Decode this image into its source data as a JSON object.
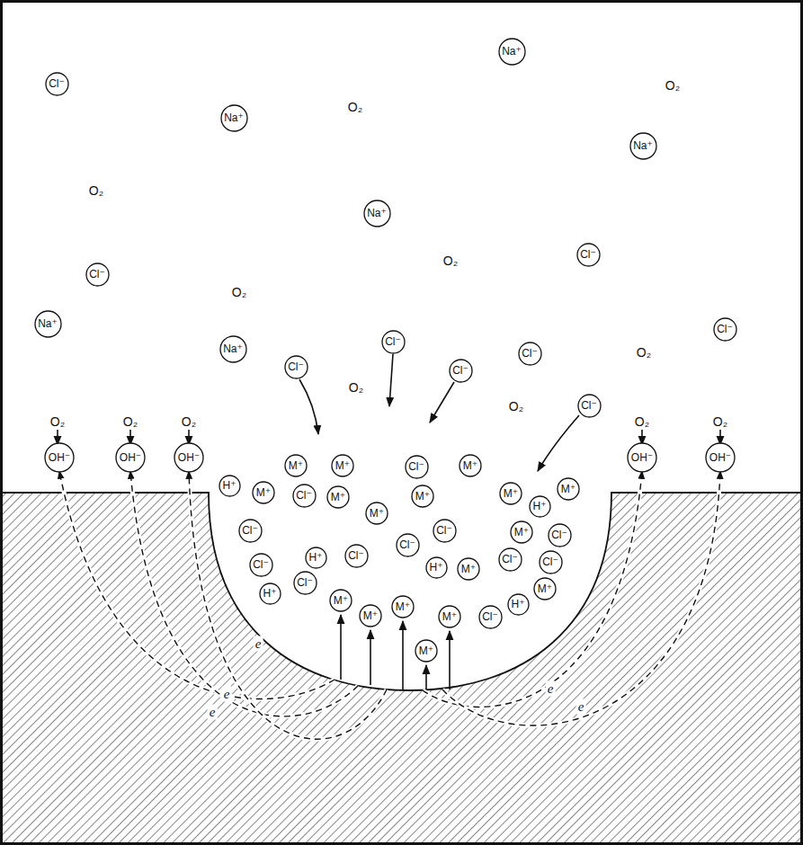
{
  "diagram": {
    "nodes": [
      {
        "text": [
          "Na⁺"
        ]
      },
      {
        "text": [
          "Cl⁻"
        ]
      },
      {
        "text": [
          "Na⁺"
        ]
      },
      {
        "text": [
          "Na⁺"
        ]
      },
      {
        "text": [
          "Na⁺"
        ]
      },
      {
        "text": [
          "Cl⁻"
        ]
      },
      {
        "text": [
          "Cl⁻"
        ]
      },
      {
        "text": [
          "Na⁺"
        ]
      },
      {
        "text": [
          "Cl⁻"
        ]
      },
      {
        "text": [
          "Cl⁻"
        ]
      },
      {
        "text": [
          "Na⁺"
        ]
      },
      {
        "text": [
          "Cl⁻"
        ]
      },
      {
        "text": [
          "Cl⁻"
        ]
      },
      {
        "text": [
          "Cl⁻"
        ]
      },
      {
        "text": [
          "Cl⁻"
        ]
      },
      {
        "text": [
          "OH⁻"
        ]
      },
      {
        "text": [
          "OH⁻"
        ]
      },
      {
        "text": [
          "OH⁻"
        ]
      },
      {
        "text": [
          "OH⁻"
        ]
      },
      {
        "text": [
          "OH⁻"
        ]
      },
      {
        "text": [
          "M⁺"
        ]
      },
      {
        "text": [
          "M⁺"
        ]
      },
      {
        "text": [
          "Cl⁻"
        ]
      },
      {
        "text": [
          "M⁺"
        ]
      },
      {
        "text": [
          "H⁺"
        ]
      },
      {
        "text": [
          "M⁺"
        ]
      },
      {
        "text": [
          "Cl⁻"
        ]
      },
      {
        "text": [
          "M⁺"
        ]
      },
      {
        "text": [
          "M⁺"
        ]
      },
      {
        "text": [
          "M⁺"
        ]
      },
      {
        "text": [
          "M⁺"
        ]
      },
      {
        "text": [
          "M⁺"
        ]
      },
      {
        "text": [
          "H⁺"
        ]
      },
      {
        "text": [
          "Cl⁻"
        ]
      },
      {
        "text": [
          "Cl⁻"
        ]
      },
      {
        "text": [
          "M⁺"
        ]
      },
      {
        "text": [
          "Cl⁻"
        ]
      },
      {
        "text": [
          "Cl⁻"
        ]
      },
      {
        "text": [
          "H⁺"
        ]
      },
      {
        "text": [
          "Cl⁻"
        ]
      },
      {
        "text": [
          "Cl⁻"
        ]
      },
      {
        "text": [
          "H⁺"
        ]
      },
      {
        "text": [
          "M⁺"
        ]
      },
      {
        "text": [
          "Cl⁻"
        ]
      },
      {
        "text": [
          "Cl⁻"
        ]
      },
      {
        "text": [
          "Cl⁻"
        ]
      },
      {
        "text": [
          "H⁺"
        ]
      },
      {
        "text": [
          "M⁺"
        ]
      },
      {
        "text": [
          "M⁺"
        ]
      },
      {
        "text": [
          "M⁺"
        ]
      },
      {
        "text": [
          "M⁺"
        ]
      },
      {
        "text": [
          "M⁺"
        ]
      },
      {
        "text": [
          "Cl⁻"
        ]
      },
      {
        "text": [
          "H⁺"
        ]
      },
      {
        "text": [
          "M⁺"
        ]
      }
    ],
    "labels": [
      "O₂",
      "O₂",
      "O₂",
      "O₂",
      "O₂",
      "O₂",
      "O₂",
      "O₂",
      "O₂",
      "O₂",
      "O₂",
      "O₂",
      "O₂",
      "e",
      "e",
      "e",
      "e",
      "e"
    ]
  }
}
